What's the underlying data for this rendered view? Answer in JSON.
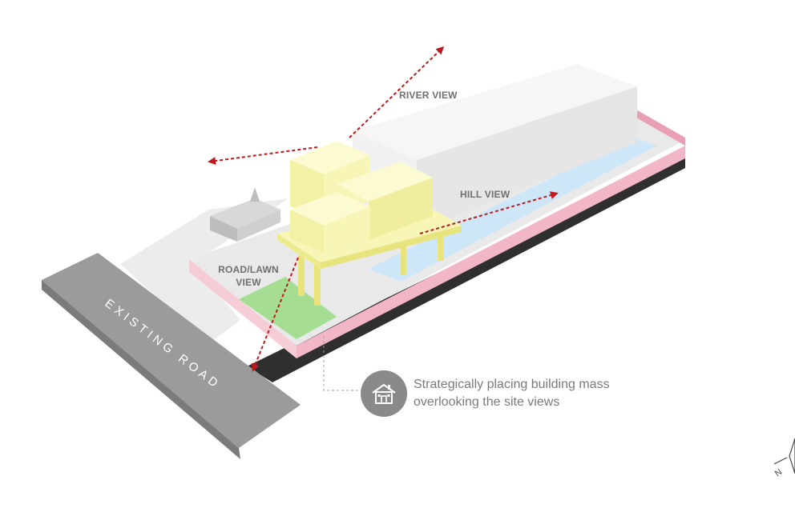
{
  "labels": {
    "river_view": "RIVER VIEW",
    "hill_view": "HILL VIEW",
    "road_lawn_view_line1": "ROAD/LAWN",
    "road_lawn_view_line2": "VIEW",
    "existing_road": "EXISTING ROAD"
  },
  "callout": {
    "line1": "Strategically placing building mass",
    "line2": "overlooking the site views",
    "icon": "building-icon"
  },
  "north_arrow": {
    "letter": "N",
    "icon": "north-arrow-icon"
  },
  "colors": {
    "proposed_mass": "#f7f6b6",
    "boundary_wall": "#f2b7c6",
    "lawn": "#a5de92",
    "water": "#cde7f8",
    "view_arrow": "#c0181d",
    "existing_road": "#9b9b9b",
    "existing_block": "#f1f1f1"
  }
}
